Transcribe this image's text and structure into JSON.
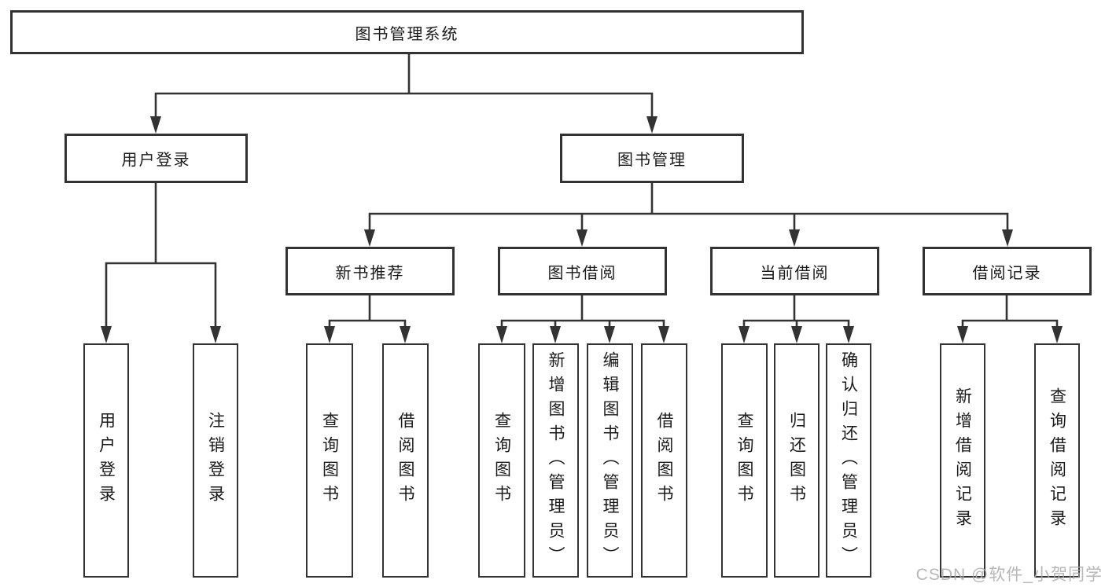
{
  "diagram": {
    "root": "图书管理系统",
    "branches": [
      {
        "label": "用户登录",
        "leaves": [
          "用户登录",
          "注销登录"
        ]
      },
      {
        "label": "图书管理",
        "groups": [
          {
            "label": "新书推荐",
            "leaves": [
              "查询图书",
              "借阅图书"
            ]
          },
          {
            "label": "图书借阅",
            "leaves": [
              "查询图书",
              "新增图书（管理员）",
              "编辑图书（管理员）",
              "借阅图书"
            ]
          },
          {
            "label": "当前借阅",
            "leaves": [
              "查询图书",
              "归还图书",
              "确认归还（管理员）"
            ]
          },
          {
            "label": "借阅记录",
            "leaves": [
              "新增借阅记录",
              "查询借阅记录"
            ]
          }
        ]
      }
    ]
  },
  "watermark": {
    "text": "CSDN @软件_小贺同学"
  },
  "colors": {
    "line": "#333333",
    "box_border": "#333333",
    "background": "#ffffff",
    "text": "#1a1a1a",
    "watermark": "#aaaaaa"
  }
}
